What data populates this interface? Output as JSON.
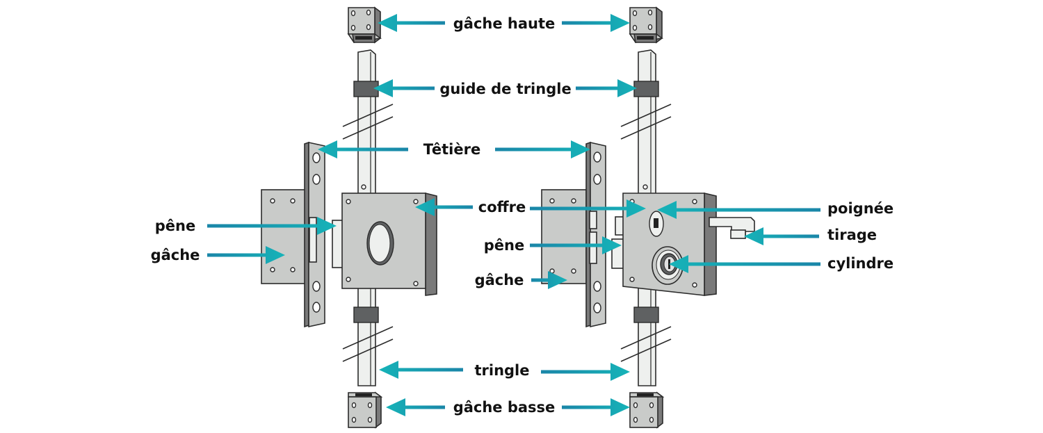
{
  "colors": {
    "arrow_light": "#16b3b8",
    "arrow_dark": "#1a86a8",
    "metal": "#c9cbc9",
    "outline": "#2b2b2b"
  },
  "labels": {
    "gache_haute": "gâche haute",
    "guide_de_tringle": "guide de tringle",
    "tetiere": "Têtière",
    "coffre": "coffre",
    "pene_left": "pêne",
    "gache_left": "gâche",
    "pene_right": "pêne",
    "gache_right": "gâche",
    "poignee": "poignée",
    "tirage": "tirage",
    "cylindre": "cylindre",
    "tringle": "tringle",
    "gache_basse": "gâche basse"
  }
}
